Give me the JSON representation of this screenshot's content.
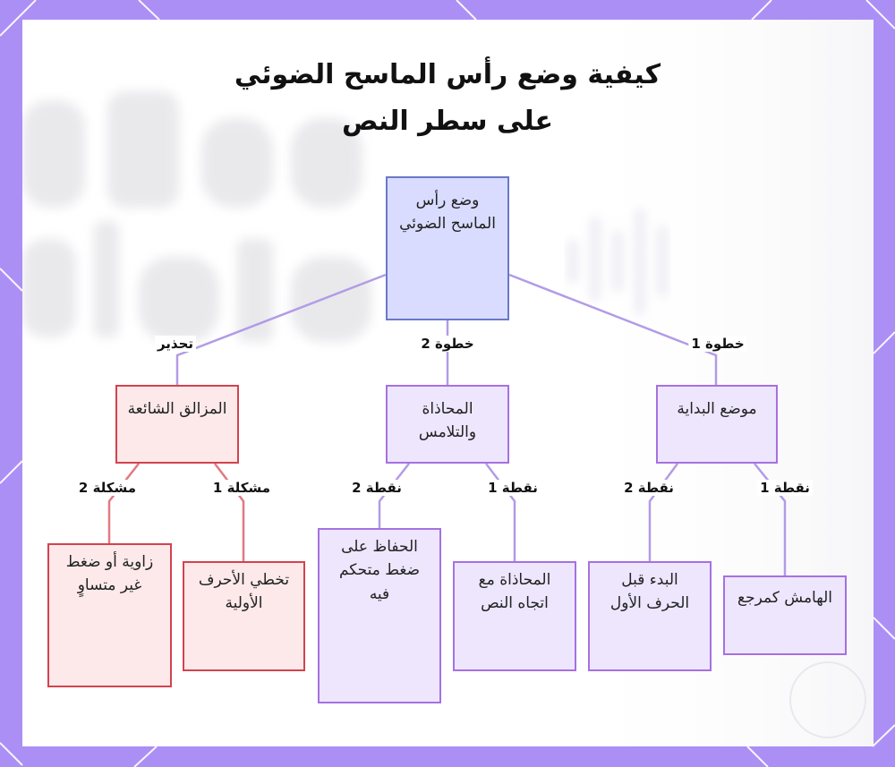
{
  "title": {
    "line1": "كيفية وضع رأس الماسح الضوئي",
    "line2": "على سطر النص"
  },
  "nodes": {
    "root": "وضع رأس الماسح الضوئي",
    "start_position": "موضع البداية",
    "alignment": "المحاذاة والتلامس",
    "pitfalls": "المزالق الشائعة",
    "margin_reference": "الهامش كمرجع",
    "start_before_first_letter": "البدء قبل الحرف الأول",
    "align_text_direction": "المحاذاة مع اتجاه النص",
    "keep_controlled_pressure": "الحفاظ على ضغط متحكم فيه",
    "skip_first_letters": "تخطي الأحرف الأولية",
    "uneven_angle_pressure": "زاوية أو ضغط غير متساوٍ"
  },
  "edges": {
    "step1": "خطوة 1",
    "step2": "خطوة 2",
    "warning": "تحذير",
    "point1_a": "نقطة 1",
    "point2_a": "نقطة 2",
    "point1_b": "نقطة 1",
    "point2_b": "نقطة 2",
    "problem1": "مشكلة 1",
    "problem2": "مشكلة 2"
  },
  "colors": {
    "frame": "#ab8ff5",
    "purple_fill": "#ede6fd",
    "purple_border": "#a671e0",
    "red_fill": "#fde9ea",
    "red_border": "#d2434e",
    "root_fill": "#d9dcff",
    "root_border": "#6b78c8",
    "connector": "#b39be6"
  }
}
